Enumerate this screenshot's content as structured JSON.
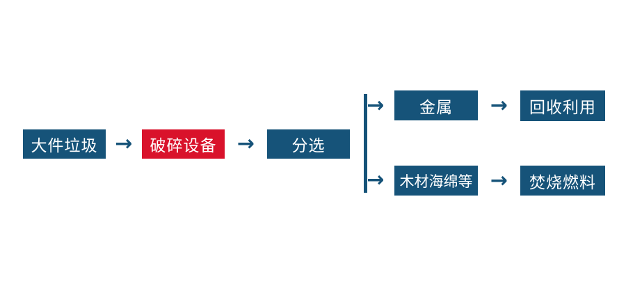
{
  "diagram": {
    "type": "flowchart",
    "arrow_glyph": "→",
    "colors": {
      "node_blue": "#165379",
      "node_red": "#D9122B",
      "arrow_blue": "#165379",
      "node_text": "#FFFFFF",
      "background": "#FFFFFF"
    },
    "nodes": {
      "bulky_waste": "大件垃圾",
      "crushing_equipment": "破碎设备",
      "sorting": "分选",
      "metal": "金属",
      "recycling": "回收利用",
      "wood_sponge": "木材海绵等",
      "incineration_fuel": "焚烧燃料"
    },
    "flow": {
      "main": [
        "大件垃圾",
        "破碎设备",
        "分选"
      ],
      "branch_top": [
        "金属",
        "回收利用"
      ],
      "branch_bottom": [
        "木材海绵等",
        "焚烧燃料"
      ]
    }
  }
}
